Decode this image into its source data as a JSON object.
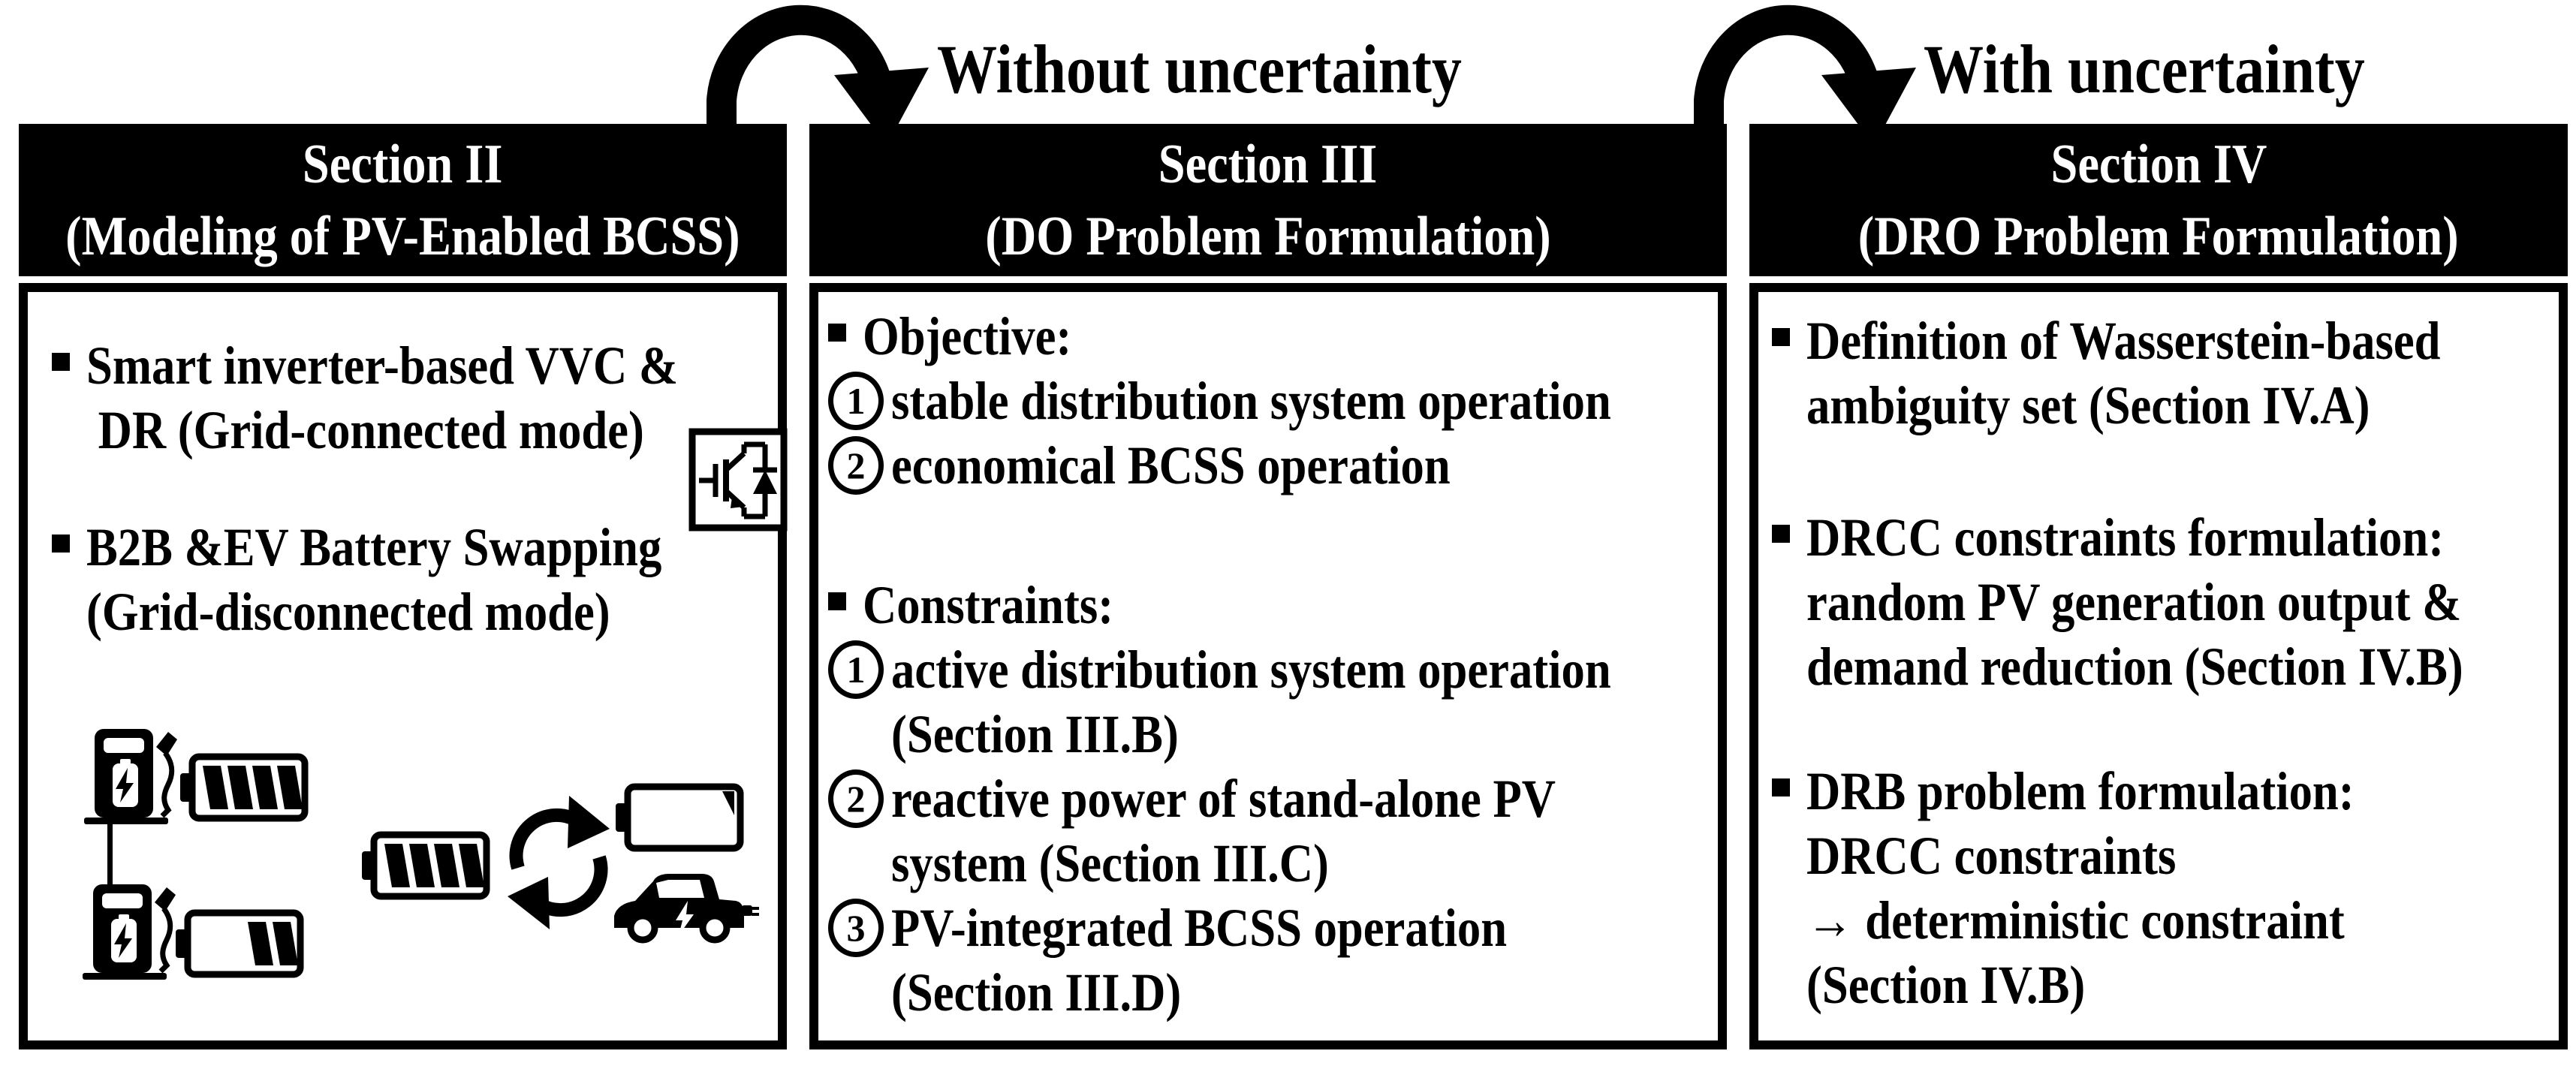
{
  "figure": {
    "arrow1_label": "Without uncertainty",
    "arrow2_label": "With uncertainty"
  },
  "sections": [
    {
      "header_line1": "Section II",
      "header_line2": "(Modeling of PV-Enabled BCSS)",
      "item1": "Smart inverter-based VVC &\n DR (Grid-connected mode)",
      "item2": "B2B &EV Battery Swapping\n(Grid-disconnected mode)"
    },
    {
      "header_line1": "Section III",
      "header_line2": "(DO Problem Formulation)",
      "objective_label": "Objective:",
      "obj1_num": "1",
      "obj1_text": "stable distribution system operation",
      "obj2_num": "2",
      "obj2_text": "economical BCSS operation",
      "constraints_label": "Constraints:",
      "con1_num": "1",
      "con1_text": "active distribution system operation\n(Section III.B)",
      "con2_num": "2",
      "con2_text": "reactive power of stand-alone PV\nsystem (Section III.C)",
      "con3_num": "3",
      "con3_text": "PV-integrated BCSS operation\n(Section III.D)"
    },
    {
      "header_line1": "Section IV",
      "header_line2": "(DRO Problem Formulation)",
      "item1": "Definition of Wasserstein-based\nambiguity set (Section IV.A)",
      "item2": "DRCC constraints formulation:\nrandom PV generation output &\ndemand reduction (Section IV.B)",
      "item3": "DRB problem formulation:\nDRCC constraints\n→ deterministic constraint\n(Section IV.B)"
    }
  ],
  "icons": {
    "arch_without": "curved-arrow-icon",
    "arch_with": "curved-arrow-icon",
    "inverter": "igbt-inverter-icon",
    "charger_top": "ev-charger-icon",
    "charger_bottom": "ev-charger-icon",
    "battery_full_left": "battery-full-icon",
    "battery_low_left": "battery-low-icon",
    "battery_full_center": "battery-full-icon",
    "battery_empty_right": "battery-empty-icon",
    "swap": "swap-arrows-icon",
    "car": "electric-car-icon"
  },
  "colors": {
    "foreground": "#000000",
    "background": "#ffffff",
    "header_text": "#ffffff"
  }
}
